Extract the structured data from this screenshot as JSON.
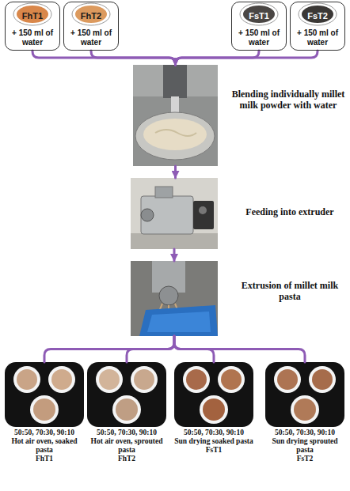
{
  "diagram": {
    "nodes": [
      {
        "text": [
          "FhT1",
          "+ 150 ml of water"
        ]
      },
      {
        "text": [
          "FhT2",
          "+ 150 ml of water"
        ]
      },
      {
        "text": [
          "FsT1",
          "+ 150 ml of water"
        ]
      },
      {
        "text": [
          "FsT2",
          "+ 150 ml of water"
        ]
      },
      {
        "text": [
          "Blending individually millet milk powder with water"
        ]
      },
      {
        "text": [
          "Feeding into extruder"
        ]
      },
      {
        "text": [
          "Extrusion of millet milk pasta"
        ]
      },
      {
        "text": [
          "50:50, 70:30, 90:10",
          "Hot air oven, soaked pasta",
          "FhT1"
        ]
      },
      {
        "text": [
          "50:50, 70:30, 90:10",
          "Hot air oven, sprouted pasta",
          "FhT2"
        ]
      },
      {
        "text": [
          "50:50, 70:30, 90:10",
          "Sun drying soaked pasta",
          "FsT1"
        ]
      },
      {
        "text": [
          "50:50, 70:30, 90:10",
          "Sun drying sprouted pasta",
          "FsT2"
        ]
      }
    ],
    "edges": [
      {
        "from": 0,
        "to": 4,
        "arrow": "to"
      },
      {
        "from": 1,
        "to": 4,
        "arrow": "to"
      },
      {
        "from": 2,
        "to": 4,
        "arrow": "to"
      },
      {
        "from": 3,
        "to": 4,
        "arrow": "to"
      },
      {
        "from": 4,
        "to": 5,
        "arrow": "to"
      },
      {
        "from": 5,
        "to": 6,
        "arrow": "to"
      },
      {
        "from": 6,
        "to": 7,
        "arrow": "none"
      },
      {
        "from": 6,
        "to": 8,
        "arrow": "none"
      },
      {
        "from": 6,
        "to": 9,
        "arrow": "none"
      },
      {
        "from": 6,
        "to": 10,
        "arrow": "none"
      }
    ]
  }
}
